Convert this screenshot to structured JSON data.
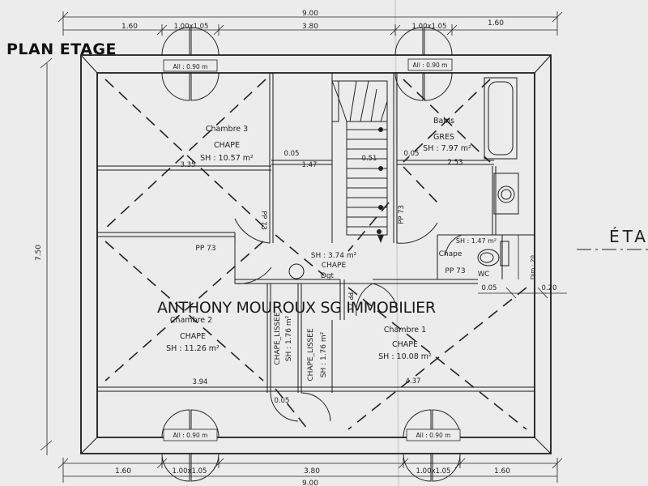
{
  "plan": {
    "title": "PLAN ETAGE",
    "watermark": "ANTHONY MOUROUX SG IMMOBILIER",
    "next_plan_label": "ÉTA",
    "dimensions": {
      "total_width": "9.00",
      "total_height": "7.50",
      "top_left_segment": "1.60",
      "window_span": "1.00x1.05",
      "middle_segment": "3.80",
      "top_right_segment": "1.60",
      "bottom_left_segment": "1.60",
      "bottom_middle_segment": "3.80",
      "bottom_right_segment": "1.60",
      "right_offset": "0.20",
      "wall_0_05": "0.05"
    },
    "windows": {
      "allege": "All : 0.90 m"
    },
    "rooms": {
      "chambre3": {
        "name": "Chambre 3",
        "floor": "CHAPE",
        "area": "SH : 10.57 m²",
        "width": "3.35"
      },
      "bains": {
        "name": "Bains",
        "floor": "GRES",
        "area": "SH : 7.97 m²",
        "width": "2.53"
      },
      "closet_between": {
        "width": "1.47"
      },
      "stair_landing": {
        "width": "0.51"
      },
      "wc": {
        "name": "WC",
        "floor": "Chape",
        "area": "SH : 1.47 m²",
        "dim_label": "Dim : 20"
      },
      "dgt": {
        "name": "Dgt",
        "floor": "CHAPE",
        "area": "SH : 3.74 m²"
      },
      "chambre2": {
        "name": "Chambre 2",
        "floor": "CHAPE",
        "area": "SH : 11.26 m²",
        "width": "3.94"
      },
      "chambre1": {
        "name": "Chambre 1",
        "floor": "CHAPE",
        "area": "SH : 10.08 m²",
        "width": "4.37"
      },
      "closet_left": {
        "floor": "CHAPE_LISSEE",
        "area": "SH : 1.76 m²"
      },
      "closet_right": {
        "floor": "CHAPE_LISSEE",
        "area": "SH : 1.76 m²"
      }
    },
    "doors": {
      "pp73": "PP 73"
    }
  }
}
